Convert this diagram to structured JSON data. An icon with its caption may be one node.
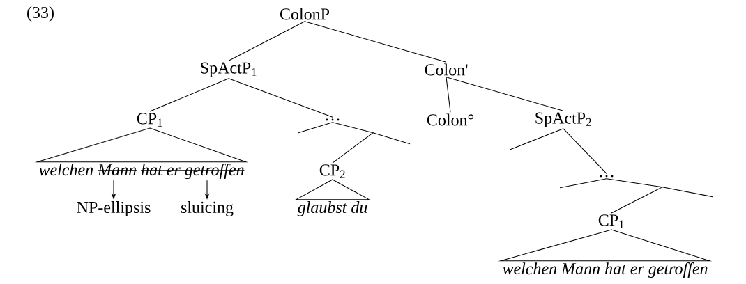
{
  "diagram": {
    "nodes": [
      {
        "text": [
          "ColonP"
        ]
      },
      {
        "text": [
          "SpActP$_{1}$"
        ]
      },
      {
        "text": [
          "Colon'"
        ]
      },
      {
        "text": [
          "CP$_{1}$"
        ]
      },
      {
        "text": [
          "…"
        ]
      },
      {
        "text": [
          "Colon°"
        ]
      },
      {
        "text": [
          "SpActP$_{2}$"
        ]
      },
      {
        "text": [
          "welchen",
          "Mann",
          "hat er getroffen"
        ]
      },
      {
        "text": [
          "CP$_{2}$"
        ]
      },
      {
        "text": [
          "glaubst du"
        ]
      },
      {
        "text": [
          "NP-ellipsis"
        ]
      },
      {
        "text": [
          "sluicing"
        ]
      },
      {
        "text": [
          "…"
        ]
      },
      {
        "text": [
          "CP$_{1}$"
        ]
      },
      {
        "text": [
          "welchen Mann hat er getroffen"
        ]
      }
    ],
    "edges": [
      {
        "from": 0,
        "to": 1,
        "arrow": "none"
      },
      {
        "from": 0,
        "to": 2,
        "arrow": "none"
      },
      {
        "from": 1,
        "to": 3,
        "arrow": "none"
      },
      {
        "from": 1,
        "to": 4,
        "arrow": "none"
      },
      {
        "from": 2,
        "to": 5,
        "arrow": "none"
      },
      {
        "from": 2,
        "to": 6,
        "arrow": "none"
      },
      {
        "from": 3,
        "to": 7,
        "arrow": "none"
      },
      {
        "from": 4,
        "to": 8,
        "arrow": "none"
      },
      {
        "from": 8,
        "to": 9,
        "arrow": "none"
      },
      {
        "from": 7,
        "to": 10,
        "arrow": "to"
      },
      {
        "from": 7,
        "to": 11,
        "arrow": "to"
      },
      {
        "from": 6,
        "to": 12,
        "arrow": "none"
      },
      {
        "from": 12,
        "to": 13,
        "arrow": "none"
      },
      {
        "from": 13,
        "to": 14,
        "arrow": "none"
      }
    ],
    "labels": [
      "(33)"
    ]
  }
}
